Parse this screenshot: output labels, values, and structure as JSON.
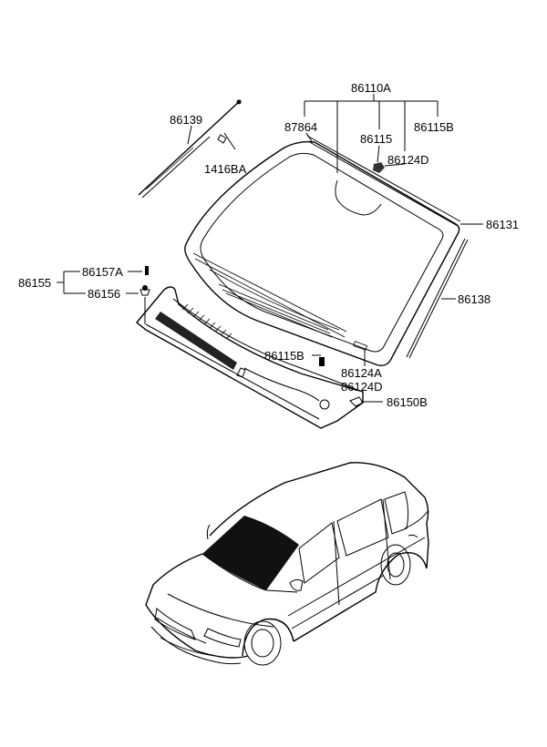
{
  "diagram": {
    "labels": {
      "p86110A": "86110A",
      "p87864": "87864",
      "p86115": "86115",
      "p86115B_top": "86115B",
      "p86124D_top": "86124D",
      "p86139": "86139",
      "p1416BA": "1416BA",
      "p86131": "86131",
      "p86155": "86155",
      "p86157A": "86157A",
      "p86156": "86156",
      "p86138": "86138",
      "p86115B_mid": "86115B",
      "p86124A": "86124A",
      "p86124D_mid": "86124D",
      "p86150B": "86150B"
    }
  }
}
